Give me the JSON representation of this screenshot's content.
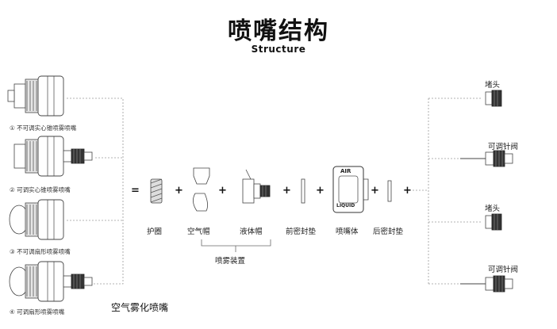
{
  "header": {
    "title": "喷嘴结构",
    "subtitle": "Structure"
  },
  "left_nozzles": [
    {
      "caption": "① 不可调实心锥喷雾喷嘴"
    },
    {
      "caption": "② 可调实心锥喷雾喷嘴"
    },
    {
      "caption": "③ 不可调扇形喷雾喷嘴"
    },
    {
      "caption": "④ 可调扇形喷雾喷嘴"
    }
  ],
  "bottom_caption": "空气雾化喷嘴",
  "operators": {
    "equals": "=",
    "plus": "+"
  },
  "components": [
    {
      "label": "护圈"
    },
    {
      "label": "空气帽"
    },
    {
      "label": "液体帽"
    },
    {
      "label": "前密封垫"
    },
    {
      "label": "喷嘴体"
    },
    {
      "label": "后密封垫"
    }
  ],
  "nozzle_body_text": {
    "top": "AIR",
    "bottom": "LIQUID"
  },
  "group_label": "喷雾装置",
  "right_parts": [
    {
      "label": "堵头"
    },
    {
      "label": "可调针阀"
    },
    {
      "label": "堵头"
    },
    {
      "label": "可调针阀"
    }
  ]
}
